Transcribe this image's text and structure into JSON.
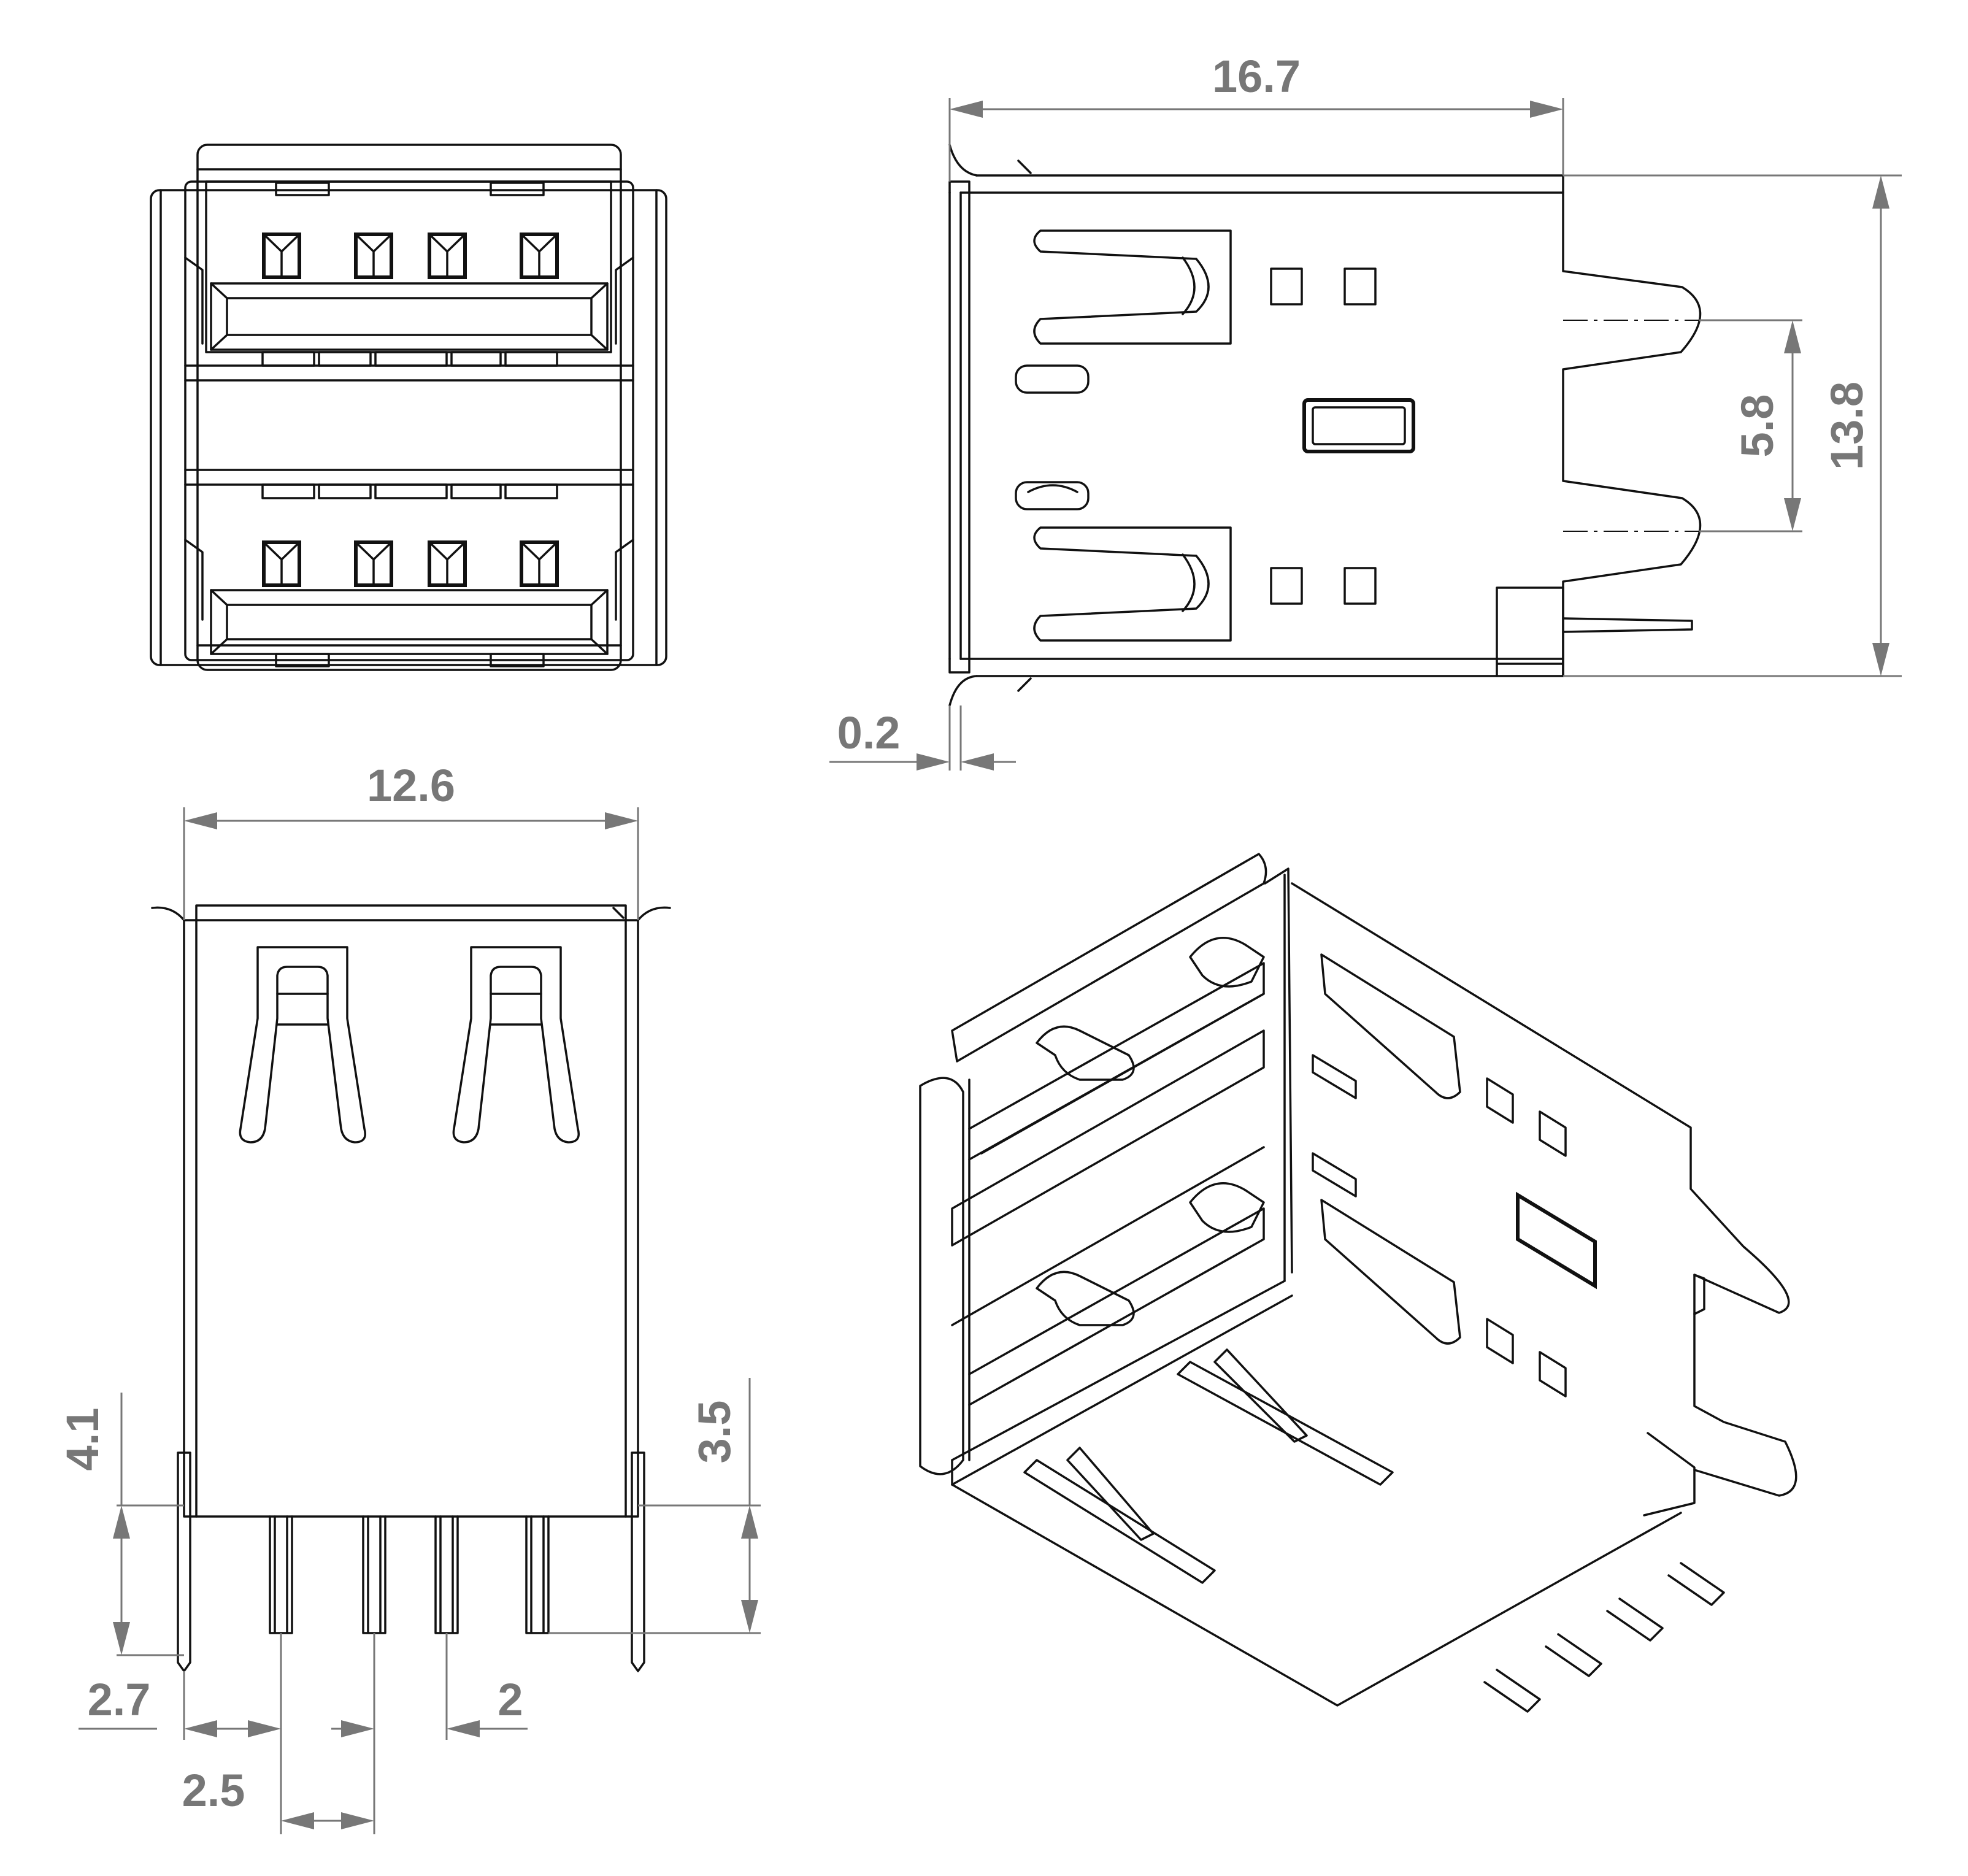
{
  "colors": {
    "outline": "#111111",
    "dimension": "#777777",
    "background": "#ffffff"
  },
  "dimensions": {
    "side_length": "16.7",
    "side_height": "13.8",
    "side_tab_pitch": "5.8",
    "side_shell_thickness": "0.2",
    "rear_width": "12.6",
    "rear_tab_length": "4.1",
    "rear_pin_length": "3.5",
    "rear_tab_offset": "2.7",
    "rear_pin_pitch_wide": "2.5",
    "rear_pin_pitch_narrow": "2"
  }
}
